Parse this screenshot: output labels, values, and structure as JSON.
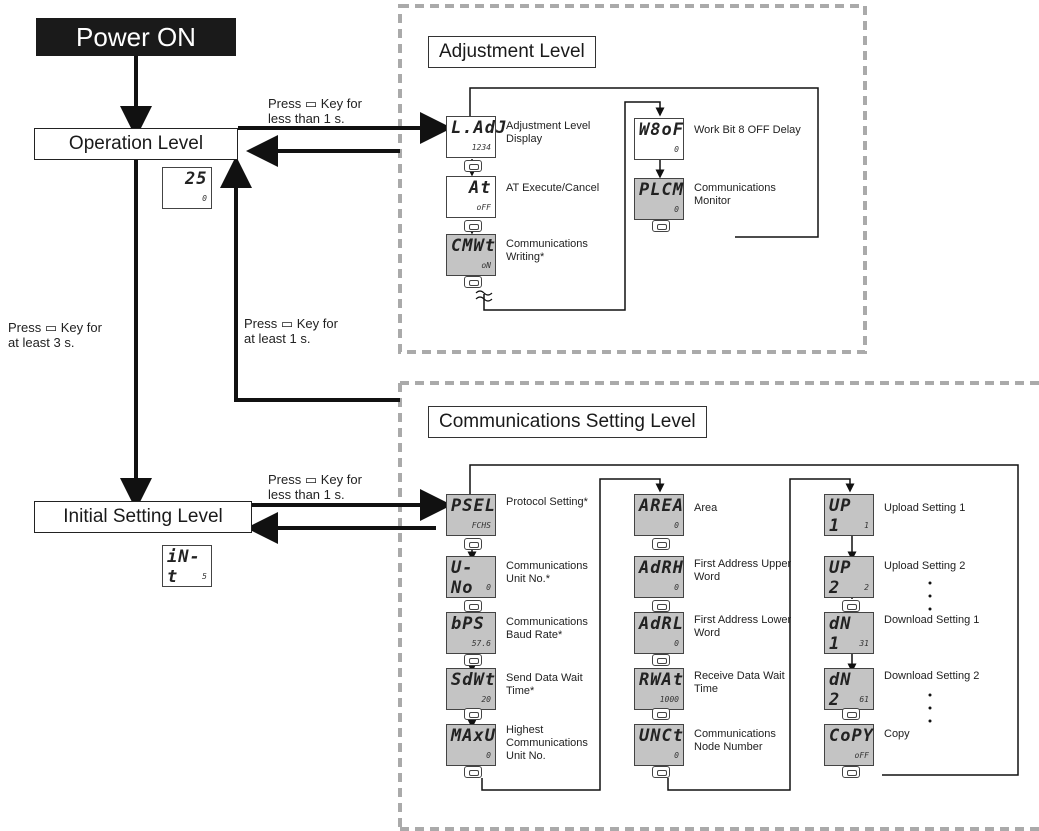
{
  "power_on": "Power ON",
  "levels": {
    "operation": "Operation Level",
    "initial": "Initial Setting Level",
    "adjustment": "Adjustment Level",
    "comm_setting": "Communications Setting Level"
  },
  "notes": {
    "press_lt1_top": "Press ▭ Key for\nless than 1 s.",
    "press_3s": "Press ▭ Key for\nat least 3 s.",
    "press_1s": "Press ▭ Key for\nat least 1 s.",
    "press_lt1_bottom": "Press ▭ Key for\nless than 1 s."
  },
  "operation_display": {
    "top": "25",
    "bottom": "0"
  },
  "initial_display": {
    "top": "iN-t",
    "bottom": "5"
  },
  "adjustment_items": [
    {
      "top": "L.AdJ",
      "bottom": "1234",
      "label": "Adjustment Level\nDisplay",
      "gray": false
    },
    {
      "top": "At",
      "bottom": "oFF",
      "label": "AT Execute/Cancel",
      "gray": false
    },
    {
      "top": "CMWt",
      "bottom": "oN",
      "label": "Communications\nWriting*",
      "gray": true
    },
    {
      "top": "W8oF",
      "bottom": "0",
      "label": "Work Bit 8 OFF Delay",
      "gray": false
    },
    {
      "top": "PLCM",
      "bottom": "0",
      "label": "Communications\nMonitor",
      "gray": true
    }
  ],
  "comm_items": [
    {
      "top": "PSEL",
      "bottom": "FCHS",
      "label": "Protocol Setting*"
    },
    {
      "top": "U-No",
      "bottom": "0",
      "label": "Communications\nUnit No.*"
    },
    {
      "top": "bPS",
      "bottom": "57.6",
      "label": "Communications\nBaud Rate*"
    },
    {
      "top": "SdWt",
      "bottom": "20",
      "label": "Send Data Wait\nTime*"
    },
    {
      "top": "MAxU",
      "bottom": "0",
      "label": "Highest\nCommunications\nUnit No."
    },
    {
      "top": "AREA",
      "bottom": "0",
      "label": "Area"
    },
    {
      "top": "AdRH",
      "bottom": "0",
      "label": "First Address Upper\nWord"
    },
    {
      "top": "AdRL",
      "bottom": "0",
      "label": "First Address Lower\nWord"
    },
    {
      "top": "RWAt",
      "bottom": "1000",
      "label": "Receive Data Wait\nTime"
    },
    {
      "top": "UNCt",
      "bottom": "0",
      "label": "Communications\nNode Number"
    },
    {
      "top": "UP 1",
      "bottom": "1",
      "label": "Upload Setting 1"
    },
    {
      "top": "UP 2",
      "bottom": "2",
      "label": "Upload Setting 2"
    },
    {
      "top": "dN 1",
      "bottom": "31",
      "label": "Download Setting 1"
    },
    {
      "top": "dN 2",
      "bottom": "61",
      "label": "Download Setting 2"
    },
    {
      "top": "CoPY",
      "bottom": "oFF",
      "label": "Copy"
    }
  ]
}
